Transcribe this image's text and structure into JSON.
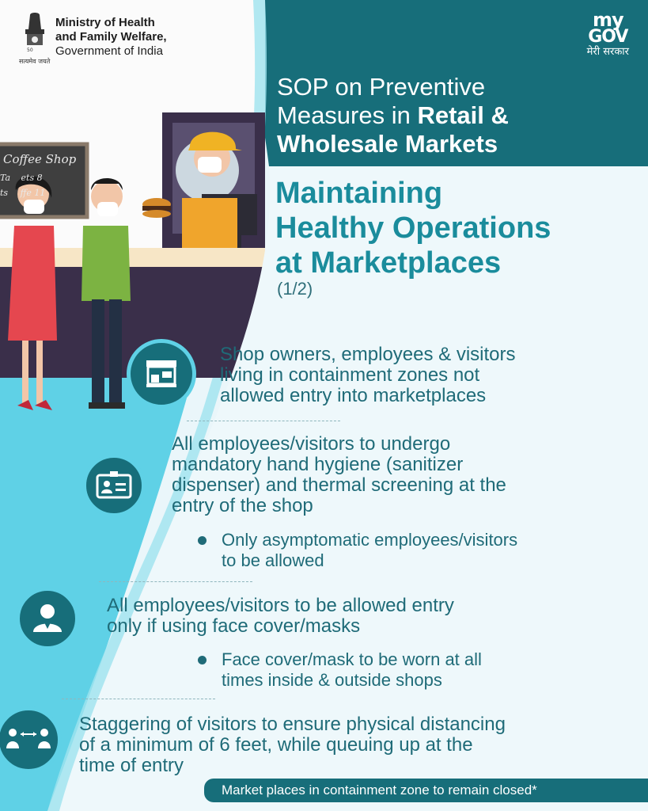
{
  "header": {
    "ministry_line1": "Ministry of Health",
    "ministry_line2": "and Family Welfare,",
    "ministry_line3": "Government of India",
    "emblem_motto": "सत्यमेव जयते",
    "logo_line1": "my",
    "logo_line2": "GOV",
    "logo_line3": "मेरी सरकार"
  },
  "title": {
    "line1": "SOP on Preventive",
    "line2_light": "Measures in ",
    "line2_bold": "Retail &",
    "line3": "Wholesale Markets"
  },
  "subtitle": {
    "line1": "Maintaining",
    "line2": "Healthy Operations",
    "line3": "at Marketplaces",
    "part": "(1/2)"
  },
  "illustration": {
    "sign_title": "Coffee Shop",
    "sign_row1_a": "Ta",
    "sign_row1_b": "ets  8",
    "sign_row2_a": "ts",
    "sign_row2_b": "ffe  11"
  },
  "points": [
    {
      "icon": "market-stall-icon",
      "lines": [
        "Shop owners, employees & visitors",
        "living in containment zones not",
        "allowed entry into marketplaces"
      ]
    },
    {
      "icon": "id-card-icon",
      "lines": [
        "All employees/visitors to undergo",
        "mandatory hand hygiene (sanitizer",
        "dispenser) and thermal screening at the",
        "entry of the shop"
      ],
      "bullet": [
        "Only asymptomatic employees/visitors",
        "to be allowed"
      ]
    },
    {
      "icon": "person-icon",
      "lines": [
        "All employees/visitors to be allowed entry",
        "only if using face cover/masks"
      ],
      "bullet": [
        "Face cover/mask to be worn at all",
        "times inside & outside shops"
      ]
    },
    {
      "icon": "social-distancing-icon",
      "lines": [
        "Staggering of visitors to ensure physical distancing",
        "of a minimum of 6 feet, while queuing up at the",
        "time of entry"
      ]
    }
  ],
  "footer": "Market places in containment zone to remain closed*",
  "colors": {
    "teal_dark": "#176e7a",
    "teal_text": "#1f6b78",
    "cyan": "#5fd1e6",
    "light_bg": "#eaf6fa"
  }
}
